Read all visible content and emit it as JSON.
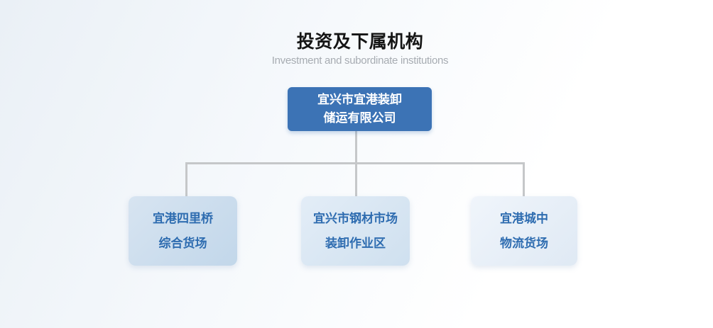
{
  "header": {
    "title": "投资及下属机构",
    "subtitle": "Investment and subordinate institutions"
  },
  "chart": {
    "root": {
      "lines": [
        "宜兴市宜港装卸",
        "储运有限公司"
      ]
    },
    "children": [
      {
        "lines": [
          "宜港四里桥",
          "综合货场"
        ]
      },
      {
        "lines": [
          "宜兴市钢材市场",
          "装卸作业区"
        ]
      },
      {
        "lines": [
          "宜港城中",
          "物流货场"
        ]
      }
    ]
  },
  "colors": {
    "root_box_bg": "#3c73b5",
    "root_box_text": "#ffffff",
    "child_box_text": "#2e6cb0",
    "connector": "#c5c7c9",
    "title_text": "#151515",
    "subtitle_text": "#a7acb2"
  }
}
